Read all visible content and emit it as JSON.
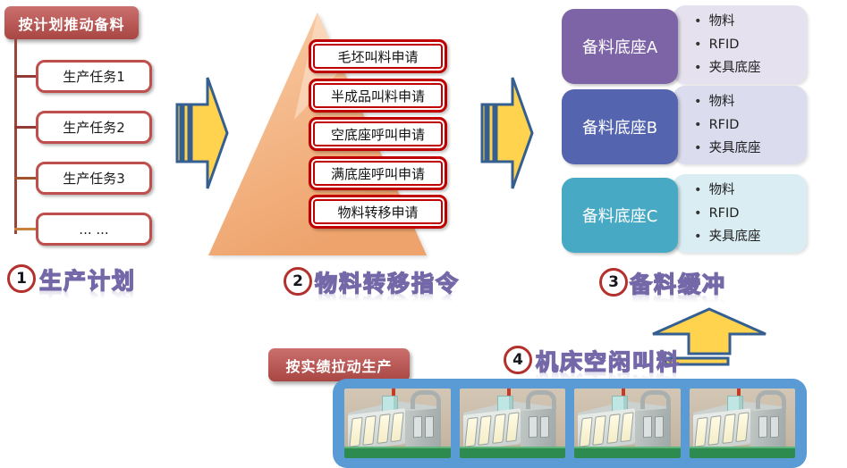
{
  "colors": {
    "red_badge": "#C0504D",
    "task_border": "#BF4F4C",
    "request_border": "#C00000",
    "arrow_fill": "#FFD34D",
    "arrow_stroke": "#365F91",
    "number_ring": "#B3302C",
    "wordart_purple": "#7468A8",
    "base_a": "#7D64A6",
    "base_b": "#5464AE",
    "base_c": "#47A9C4",
    "panel_a": "#E6E1EE",
    "panel_b": "#DBDDEF",
    "panel_c": "#D9EDF3",
    "machines_frame": "#5B9BD5"
  },
  "plan_section": {
    "title": "按计划推动备料",
    "tasks": [
      "生产任务1",
      "生产任务2",
      "生产任务3",
      "... ..."
    ],
    "label_num": "1",
    "label": "生产计划"
  },
  "transfer_section": {
    "requests": [
      "毛坯叫料申请",
      "半成品叫料申请",
      "空底座呼叫申请",
      "满底座呼叫申请",
      "物料转移申请"
    ],
    "label_num": "2",
    "label": "物料转移指令"
  },
  "buffer_section": {
    "rows": [
      {
        "name": "备料底座A",
        "items": [
          "物料",
          "RFID",
          "夹具底座"
        ]
      },
      {
        "name": "备料底座B",
        "items": [
          "物料",
          "RFID",
          "夹具底座"
        ]
      },
      {
        "name": "备料底座C",
        "items": [
          "物料",
          "RFID",
          "夹具底座"
        ]
      }
    ],
    "label_num": "3",
    "label": "备料缓冲"
  },
  "pull_section": {
    "title": "按实绩拉动生产",
    "label_num": "4",
    "label": "机床空闲叫料",
    "machine_count": 4
  }
}
